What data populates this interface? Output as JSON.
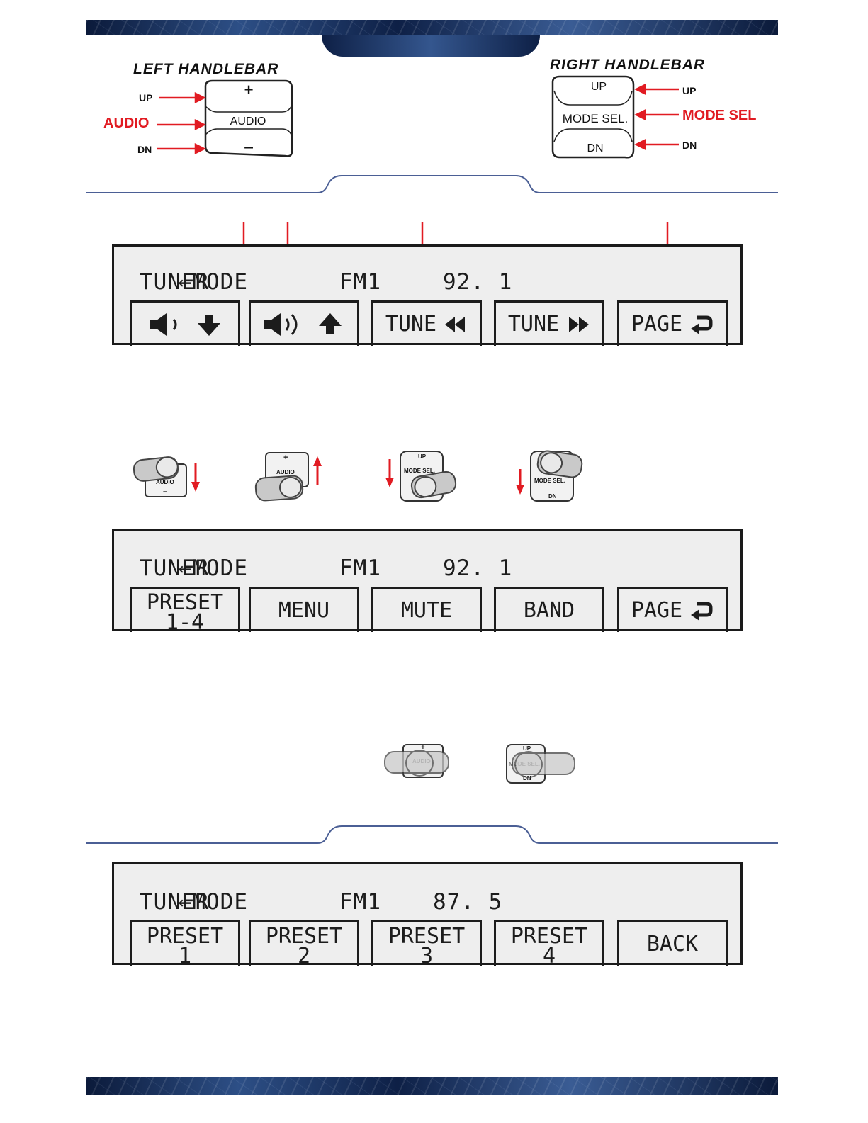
{
  "left_handlebar": {
    "title": "LEFT HANDLEBAR",
    "up_label": "UP",
    "audio_label": "AUDIO",
    "dn_label": "DN",
    "button_plus": "+",
    "button_audio": "AUDIO",
    "button_minus": "–"
  },
  "right_handlebar": {
    "title": "RIGHT HANDLEBAR",
    "up_label": "UP",
    "mode_sel_label": "MODE SEL",
    "dn_label": "DN",
    "button_up": "UP",
    "button_mode_sel": "MODE SEL.",
    "button_dn": "DN"
  },
  "gesture_labels": {
    "audio": "AUDIO",
    "minus": "–",
    "plus": "+",
    "up": "UP",
    "mode_sel": "MODE SEL.",
    "dn": "DN"
  },
  "screens": [
    {
      "mode": "MODE",
      "source": "TUNER",
      "band": "FM1",
      "frequency": "92. 1",
      "softkeys": [
        {
          "type": "icon",
          "icon": "volume-down-icon"
        },
        {
          "type": "icon",
          "icon": "volume-up-icon"
        },
        {
          "type": "text-icon",
          "label": "TUNE",
          "icon": "rewind-icon"
        },
        {
          "type": "text-icon",
          "label": "TUNE",
          "icon": "fast-forward-icon"
        },
        {
          "type": "text-icon",
          "label": "PAGE",
          "icon": "return-arrow-icon"
        }
      ]
    },
    {
      "mode": "MODE",
      "source": "TUNER",
      "band": "FM1",
      "frequency": "92. 1",
      "softkeys": [
        {
          "line1": "PRESET",
          "line2": "1-4"
        },
        {
          "label": "MENU"
        },
        {
          "label": "MUTE"
        },
        {
          "label": "BAND"
        },
        {
          "label": "PAGE",
          "icon": "return-arrow-icon"
        }
      ]
    },
    {
      "mode": "MODE",
      "source": "TUNER",
      "band": "FM1",
      "frequency": "87. 5",
      "softkeys": [
        {
          "line1": "PRESET",
          "line2": "1"
        },
        {
          "line1": "PRESET",
          "line2": "2"
        },
        {
          "line1": "PRESET",
          "line2": "3"
        },
        {
          "line1": "PRESET",
          "line2": "4"
        },
        {
          "label": "BACK"
        }
      ]
    }
  ],
  "colors": {
    "callout_red": "#e11b22",
    "lcd_bg": "#eeeeee",
    "lcd_ink": "#1c1c1c",
    "band_dark": "#0b1a3a",
    "band_light": "#2d4f86",
    "divider": "#4b5f95"
  }
}
